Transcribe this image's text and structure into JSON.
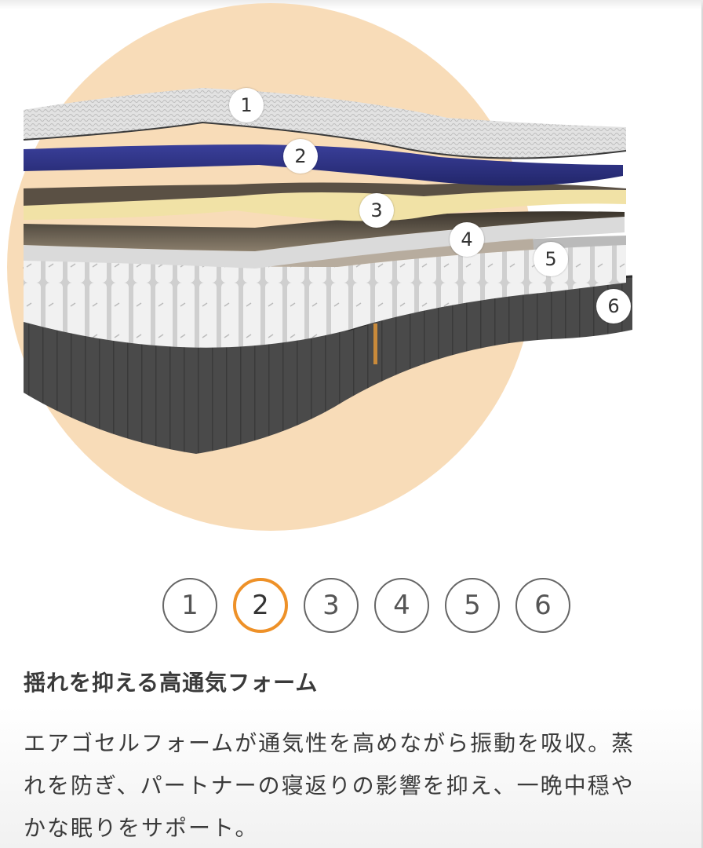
{
  "hero": {
    "background_circle_color": "#f8dcb8",
    "layer_markers": [
      {
        "label": "1",
        "name": "top-knit-cover"
      },
      {
        "label": "2",
        "name": "blue-airgo-cell-foam"
      },
      {
        "label": "3",
        "name": "yellow-comfort-foam"
      },
      {
        "label": "4",
        "name": "grey-support-foam"
      },
      {
        "label": "5",
        "name": "pocket-coil-springs"
      },
      {
        "label": "6",
        "name": "dark-fabric-base"
      }
    ]
  },
  "stepper": {
    "active_index": 1,
    "accent_color": "#ee9128",
    "steps": [
      {
        "label": "1"
      },
      {
        "label": "2"
      },
      {
        "label": "3"
      },
      {
        "label": "4"
      },
      {
        "label": "5"
      },
      {
        "label": "6"
      }
    ]
  },
  "content": {
    "title": "揺れを抑える高通気フォーム",
    "description_lines": [
      "エアゴセルフォームが通気性を高めながら振動を吸収。蒸",
      "れを防ぎ、パートナーの寝返りの影響を抑え、一晩中穏や",
      "かな眠りをサポート。"
    ]
  }
}
